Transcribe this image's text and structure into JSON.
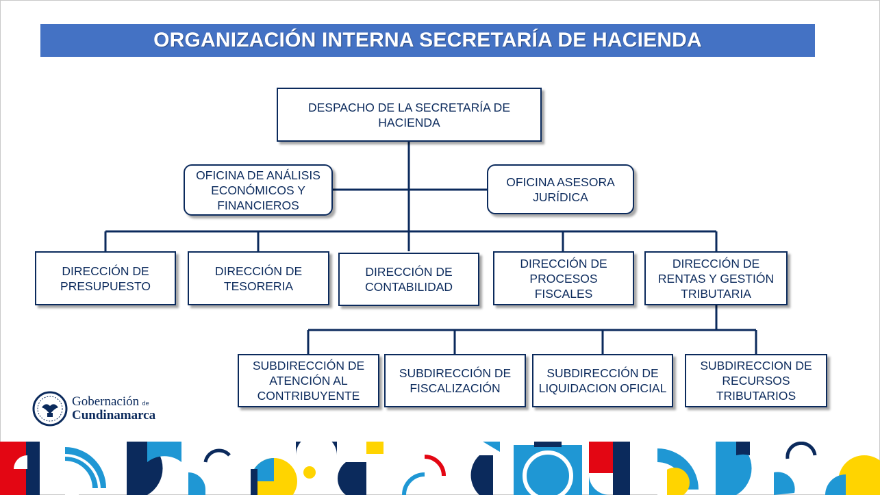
{
  "title": "ORGANIZACIÓN INTERNA SECRETARÍA DE HACIENDA",
  "colors": {
    "title_bg": "#4472c4",
    "navy": "#0b2a5c",
    "red": "#e30613",
    "yellow": "#ffd400",
    "light_blue": "#1f97d4"
  },
  "despacho": "DESPACHO DE LA SECRETARÍA DE\nHACIENDA",
  "oficinas": {
    "analisis": "OFICINA DE ANÁLISIS\nECONÓMICOS Y\nFINANCIEROS",
    "juridica": "OFICINA ASESORA\nJURÍDICA"
  },
  "direcciones": [
    "DIRECCIÓN  DE\nPRESUPUESTO",
    "DIRECCIÓN DE\nTESORERIA",
    "DIRECCIÓN  DE\nCONTABILIDAD",
    "DIRECCIÓN  DE\nPROCESOS\nFISCALES",
    "DIRECCIÓN DE\nRENTAS Y GESTIÓN\nTRIBUTARIA"
  ],
  "subdirecciones": [
    "SUBDIRECCIÓN DE\nATENCIÓN AL\nCONTRIBUYENTE",
    "SUBDIRECCIÓN DE\nFISCALIZACIÓN",
    "SUBDIRECCIÓN DE\nLIQUIDACION OFICIAL",
    "SUBDIRECCION DE\nRECURSOS\nTRIBUTARIOS"
  ],
  "logo": {
    "line1": "Gobernación",
    "de": "de",
    "line2": "Cundinamarca",
    "icon": "seal-icon"
  }
}
